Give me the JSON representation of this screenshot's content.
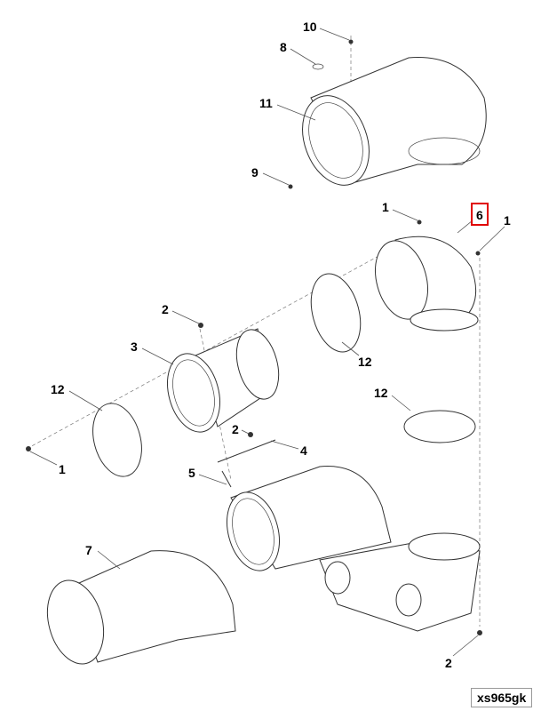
{
  "diagram_code": "xs965gk",
  "highlighted_callout": "6",
  "highlight_color": "#e00000",
  "callouts": [
    "10",
    "8",
    "11",
    "9",
    "1",
    "6",
    "1",
    "2",
    "3",
    "12",
    "12",
    "12",
    "2",
    "4",
    "1",
    "5",
    "7",
    "2"
  ]
}
